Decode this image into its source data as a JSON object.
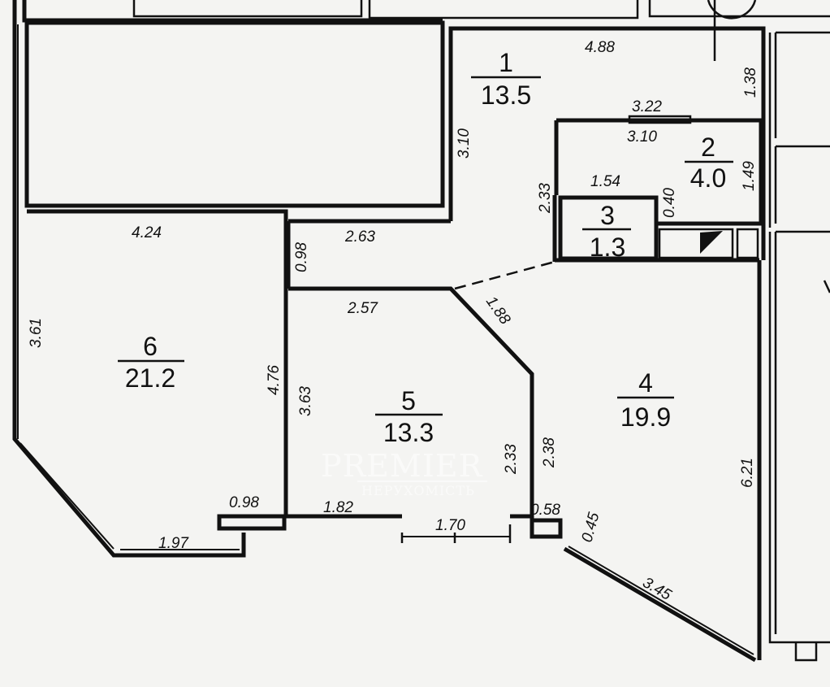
{
  "rooms": [
    {
      "number": "1",
      "area": "13.5"
    },
    {
      "number": "2",
      "area": "4.0"
    },
    {
      "number": "3",
      "area": "1.3"
    },
    {
      "number": "4",
      "area": "19.9"
    },
    {
      "number": "5",
      "area": "13.3"
    },
    {
      "number": "6",
      "area": "21.2"
    }
  ],
  "dimensions": {
    "d488": "4.88",
    "d138": "1.38",
    "d322": "3.22",
    "d310a": "3.10",
    "d310b": "3.10",
    "d149": "1.49",
    "d040": "0.40",
    "d154": "1.54",
    "d233a": "2.33",
    "d424": "4.24",
    "d263": "2.63",
    "d098a": "0.98",
    "d361": "3.61",
    "d476": "4.76",
    "d257": "2.57",
    "d188": "1.88",
    "d363": "3.63",
    "d233b": "2.33",
    "d238": "2.38",
    "d098b": "0.98",
    "d182": "1.82",
    "d170": "1.70",
    "d058": "0.58",
    "d045": "0.45",
    "d197": "1.97",
    "d621": "6.21",
    "d345": "3.45"
  },
  "watermark": {
    "brand": "PREMIER",
    "subtitle": "НЕРУХОМІСТЬ"
  }
}
